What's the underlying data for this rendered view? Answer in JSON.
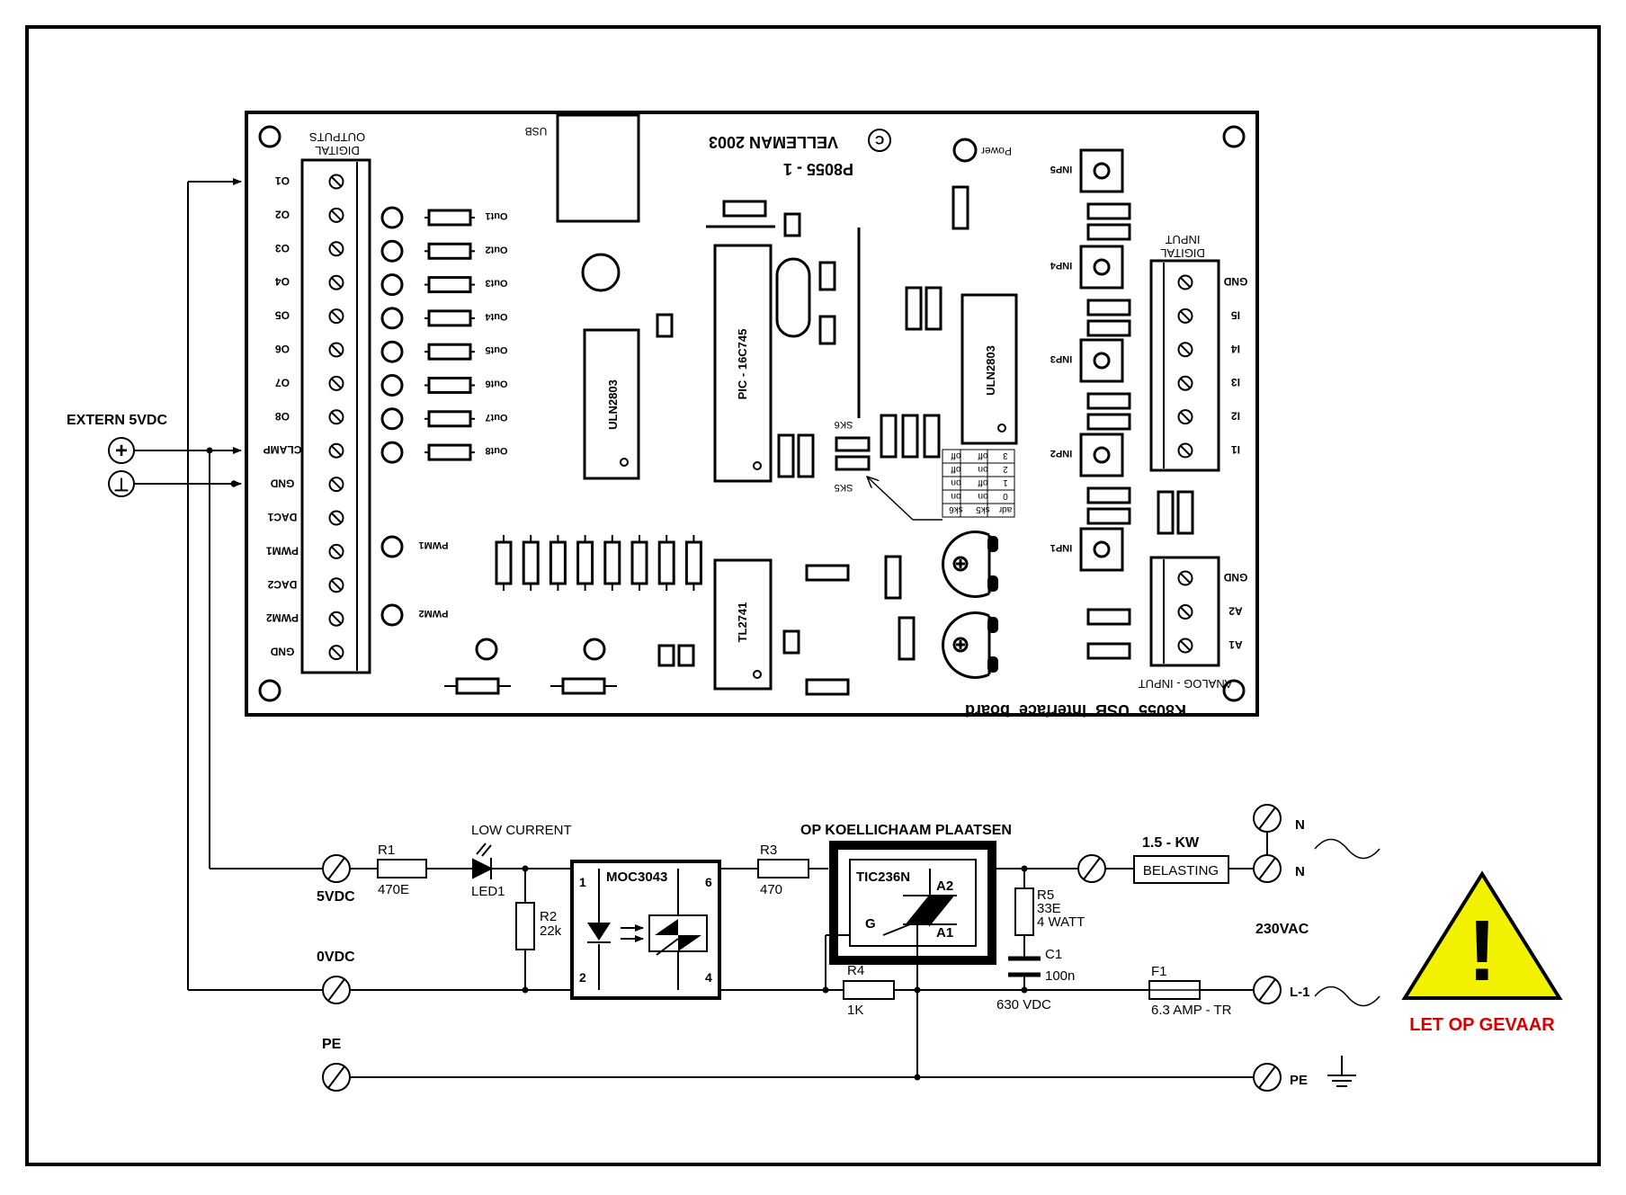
{
  "board": {
    "logo_mark": "C",
    "brand": "VELLEMAN 2003",
    "pcb_code": "P8055 - 1",
    "usb_label": "USB",
    "power_label": "Power",
    "title": "K8055  USB  interface  board",
    "digital_outputs_header": [
      "DIGITAL",
      "OUTPUTS"
    ],
    "digital_input_header": [
      "DIGITAL",
      "INPUT"
    ],
    "analog_input_header": "ANALOG - INPUT",
    "left_terminals": [
      "O1",
      "O2",
      "O3",
      "O4",
      "O5",
      "O6",
      "O7",
      "O8",
      "CLAMP",
      "GND",
      "DAC1",
      "PWM1",
      "DAC2",
      "PWM2",
      "GND"
    ],
    "out_leds": [
      "Out1",
      "Out2",
      "Out3",
      "Out4",
      "Out5",
      "Out6",
      "Out7",
      "Out8"
    ],
    "pwm_leds": [
      "PWM1",
      "PWM2"
    ],
    "inp_switches": [
      "INP5",
      "INP4",
      "INP3",
      "INP2",
      "INP1"
    ],
    "digital_input_terminals": [
      "GND",
      "I5",
      "I4",
      "I3",
      "I2",
      "I1"
    ],
    "analog_terminals": [
      "GND",
      "A2",
      "A1"
    ],
    "ic_labels": [
      "ULN2803",
      "PIC - 16C745",
      "ULN2803",
      "TL2741"
    ],
    "jumpers": [
      "SK6",
      "SK5"
    ],
    "address_table": {
      "header": [
        "adr",
        "sk5",
        "sk6"
      ],
      "rows": [
        [
          "0",
          "on",
          "on"
        ],
        [
          "1",
          "off",
          "on"
        ],
        [
          "2",
          "on",
          "off"
        ],
        [
          "3",
          "off",
          "off"
        ]
      ]
    }
  },
  "schematic": {
    "extern_label": "EXTERN 5VDC",
    "plus_symbol": "+",
    "gnd_symbol": "⊥",
    "v5_label": "5VDC",
    "v0_label": "0VDC",
    "pe_label": "PE",
    "r1": [
      "R1",
      "470E"
    ],
    "led_note": "LOW CURRENT",
    "led_label": "LED1",
    "r2": [
      "R2",
      "22k"
    ],
    "moc_label": "MOC3043",
    "moc_pins": [
      "1",
      "2",
      "6",
      "4"
    ],
    "r3": [
      "R3",
      "470"
    ],
    "heatsink_label": "OP KOELLICHAAM PLAATSEN",
    "triac_label": "TIC236N",
    "triac_pins": [
      "A2",
      "G",
      "A1"
    ],
    "r4": [
      "R4",
      "1K"
    ],
    "r5": [
      "R5",
      "33E",
      "4 WATT"
    ],
    "c1": [
      "C1",
      "100n"
    ],
    "c1_voltage": "630 VDC",
    "load_rating": "1.5 - KW",
    "load_label": "BELASTING",
    "fuse": [
      "F1",
      "6.3 AMP - TR"
    ],
    "mains_terminals": [
      "N",
      "N",
      "L-1",
      "PE"
    ],
    "mains_voltage": "230VAC",
    "warning_mark": "!",
    "warning_text": "LET OP GEVAAR",
    "warning_color": "#f2f200",
    "warning_text_color": "#d40000"
  }
}
